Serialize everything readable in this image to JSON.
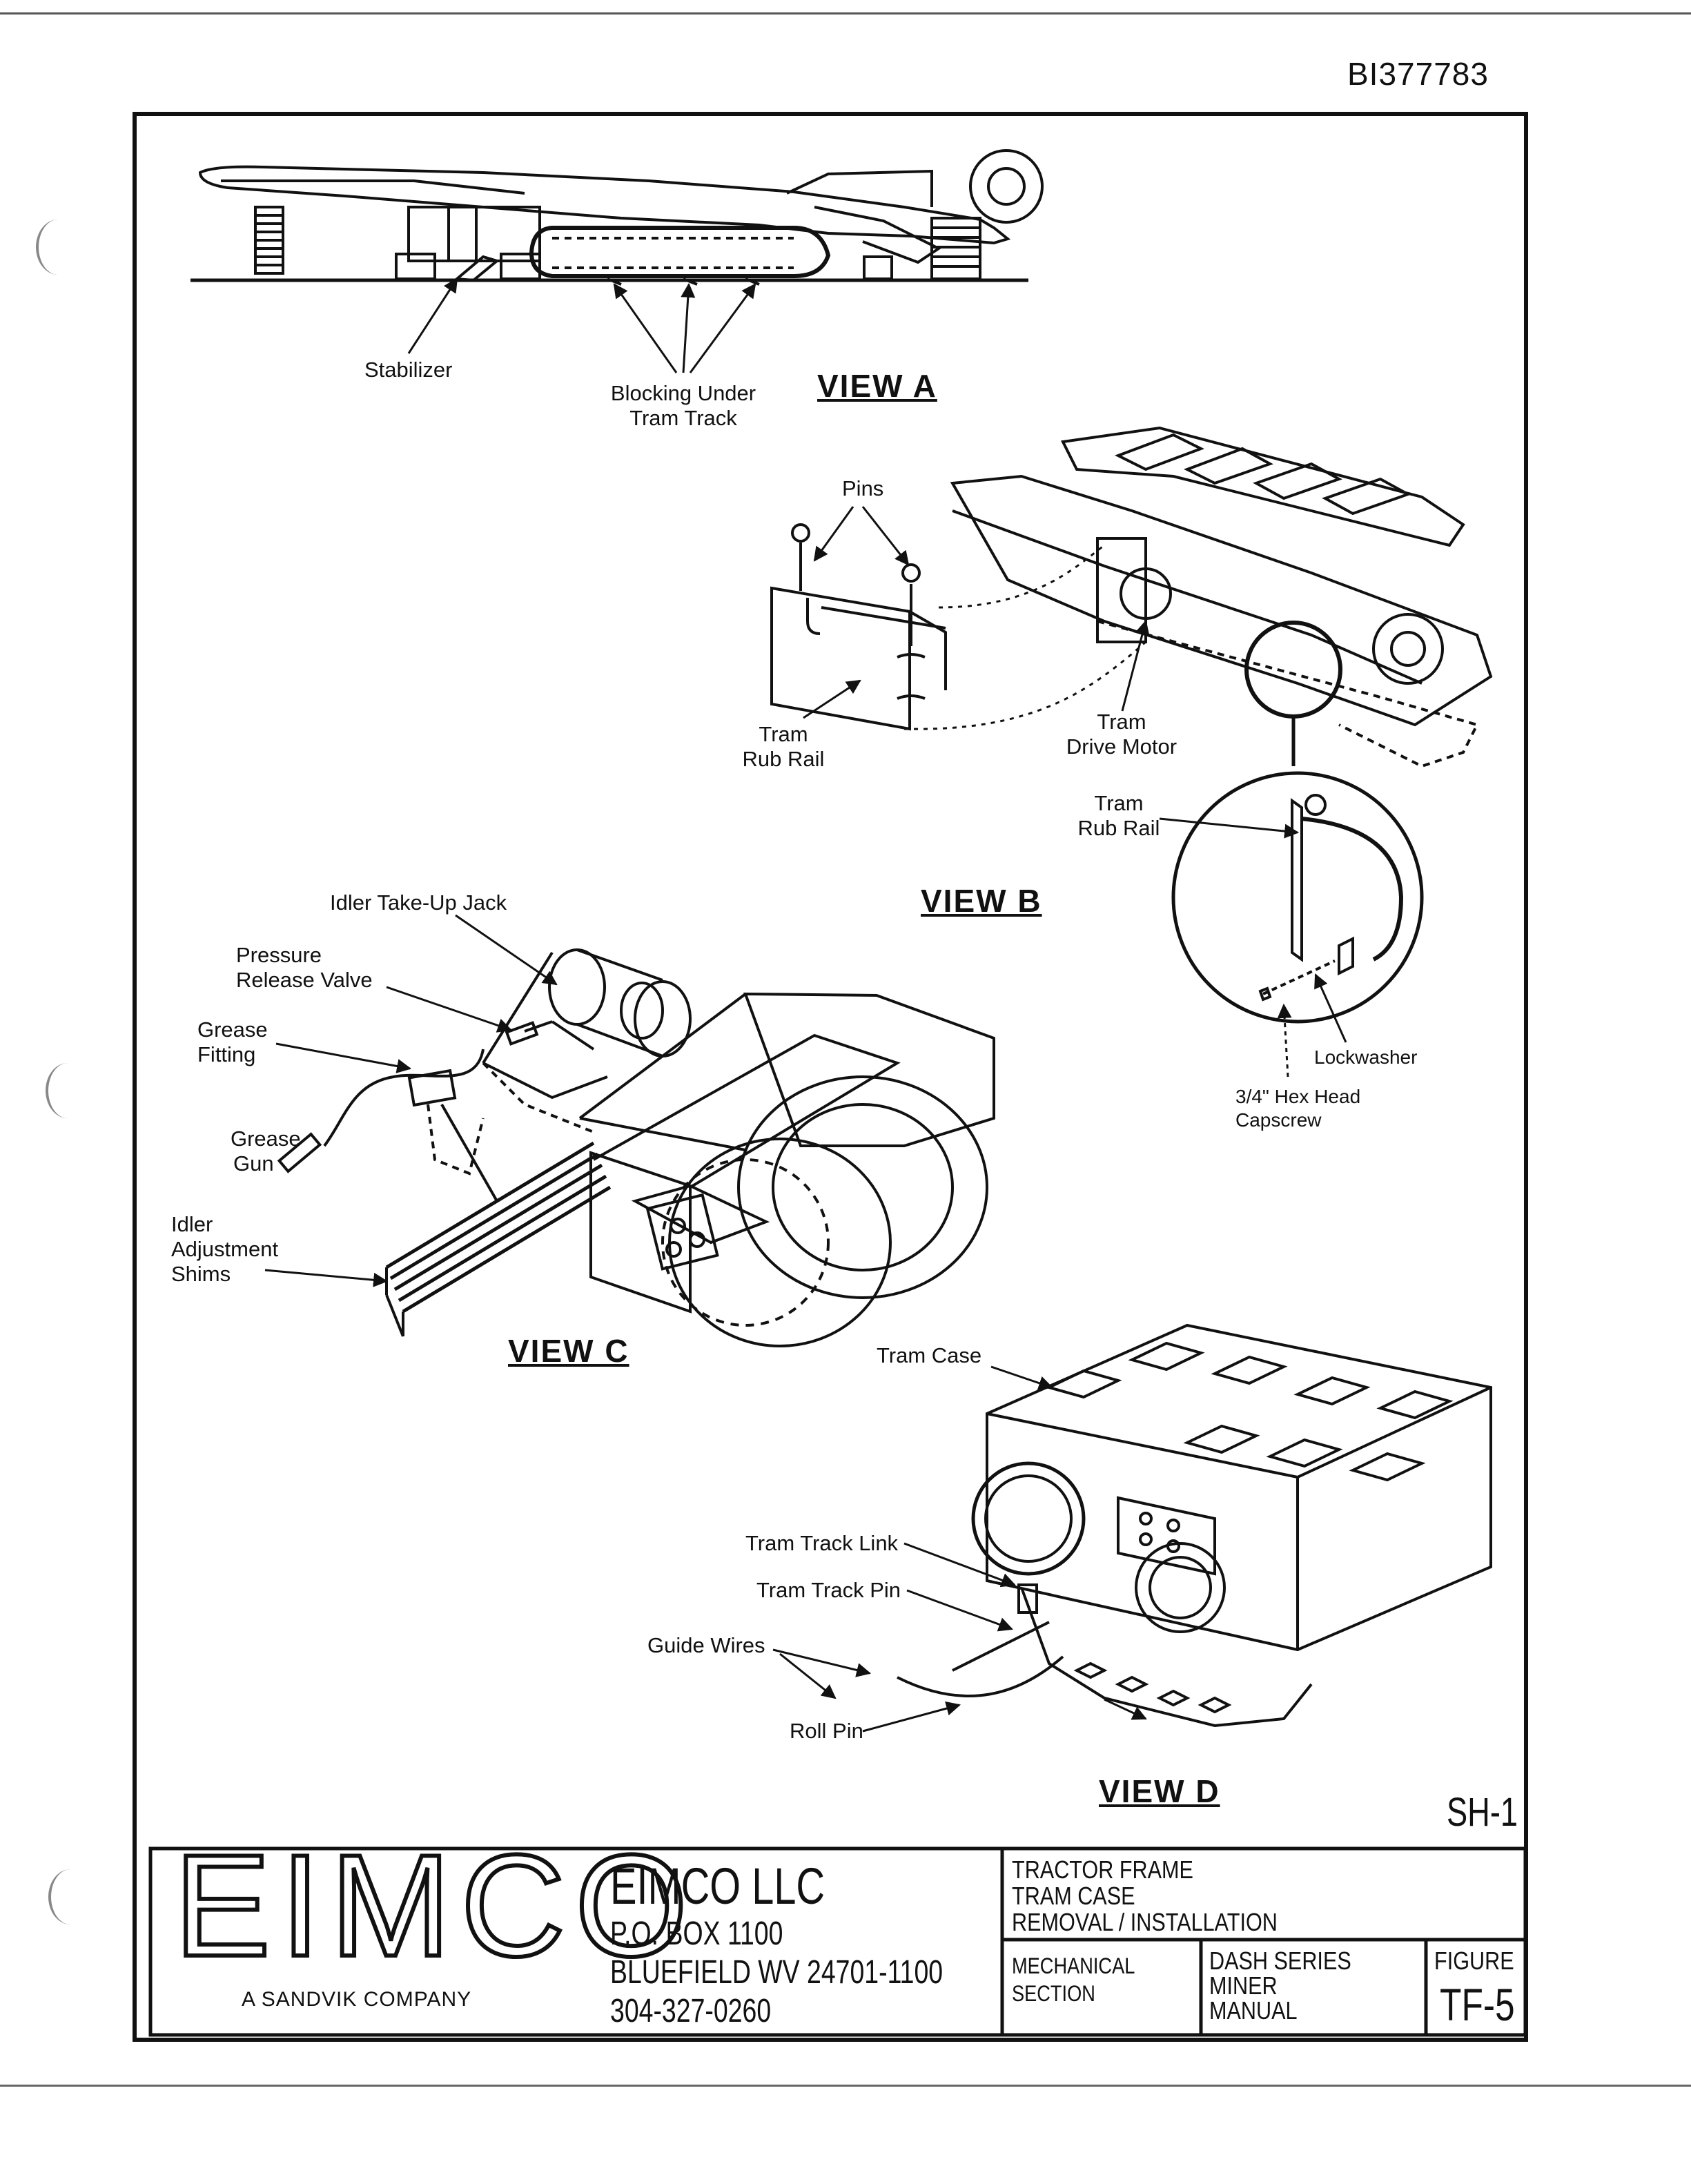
{
  "document_id": "BI377783",
  "sheet_id": "SH-1",
  "views": {
    "a": {
      "title": "VIEW A",
      "labels": {
        "stabilizer": "Stabilizer",
        "blocking": [
          "Blocking Under",
          "Tram Track"
        ]
      }
    },
    "b": {
      "title": "VIEW B",
      "labels": {
        "pins": "Pins",
        "rub_rail": [
          "Tram",
          "Rub Rail"
        ],
        "drive_motor": [
          "Tram",
          "Drive Motor"
        ],
        "rub_rail_detail": [
          "Tram",
          "Rub Rail"
        ],
        "lockwasher": "Lockwasher",
        "capscrew": [
          "3/4\" Hex Head",
          "Capscrew"
        ]
      }
    },
    "c": {
      "title": "VIEW C",
      "labels": {
        "jack": "Idler Take-Up Jack",
        "valve": [
          "Pressure",
          "Release Valve"
        ],
        "fitting": [
          "Grease",
          "Fitting"
        ],
        "gun": [
          "Grease",
          "Gun"
        ],
        "shims": [
          "Idler",
          "Adjustment",
          "Shims"
        ]
      }
    },
    "d": {
      "title": "VIEW D",
      "labels": {
        "tram_case": "Tram Case",
        "track_link": "Tram Track Link",
        "track_pin": "Tram Track Pin",
        "guide_wires": "Guide Wires",
        "roll_pin": "Roll Pin"
      }
    }
  },
  "title_block": {
    "logo": "EIMCO",
    "tagline": "A SANDVIK COMPANY",
    "company": "EIMCO LLC",
    "address": [
      "P.O. BOX 1100",
      "BLUEFIELD WV 24701-1100",
      "304-327-0260"
    ],
    "drawing_title": [
      "TRACTOR FRAME",
      "TRAM CASE",
      "REMOVAL / INSTALLATION"
    ],
    "section": [
      "MECHANICAL",
      "SECTION"
    ],
    "manual": [
      "DASH SERIES",
      "MINER",
      "MANUAL"
    ],
    "figure_label": "FIGURE",
    "figure_number": "TF-5"
  }
}
